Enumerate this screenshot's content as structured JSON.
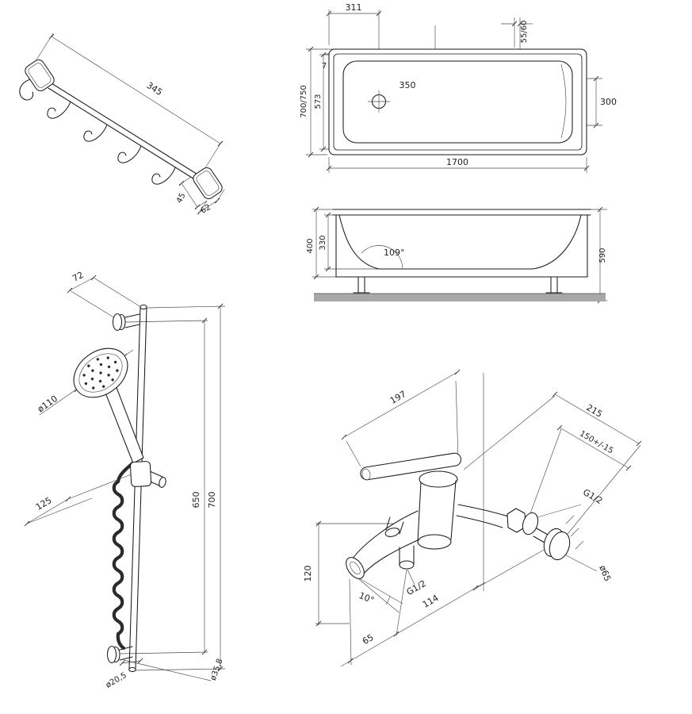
{
  "drawings": {
    "towel_rail": {
      "dims": {
        "length": "345",
        "plate_height": "45",
        "plate_width": "62"
      }
    },
    "tub_top": {
      "dims": {
        "drain_offset": "311",
        "rim_width": "55/60",
        "edge_gap": "7",
        "width_overall": "700/750",
        "width_inner": "573",
        "drain_span": "350",
        "backrest_width": "300",
        "length": "1700"
      }
    },
    "tub_section": {
      "dims": {
        "depth_outer": "400",
        "depth_inner": "330",
        "wall_angle": "109°",
        "height_total": "590"
      }
    },
    "shower_set": {
      "dims": {
        "bracket_offset": "72",
        "head_diameter": "ø110",
        "slider_offset": "125",
        "bracket_span": "650",
        "bar_length": "700",
        "bar_diameter": "ø20,5",
        "flange_diameter": "ø35,8"
      }
    },
    "mixer": {
      "dims": {
        "body_width": "197",
        "wall_depth": "215",
        "connection_centers": "150+/-15",
        "thread_top": "G1/2",
        "flange_diameter": "ø65",
        "body_height": "120",
        "spout_angle": "10°",
        "outlet_to_wall": "114",
        "spout_to_outlet": "65",
        "thread_bottom": "G1/2"
      }
    }
  }
}
